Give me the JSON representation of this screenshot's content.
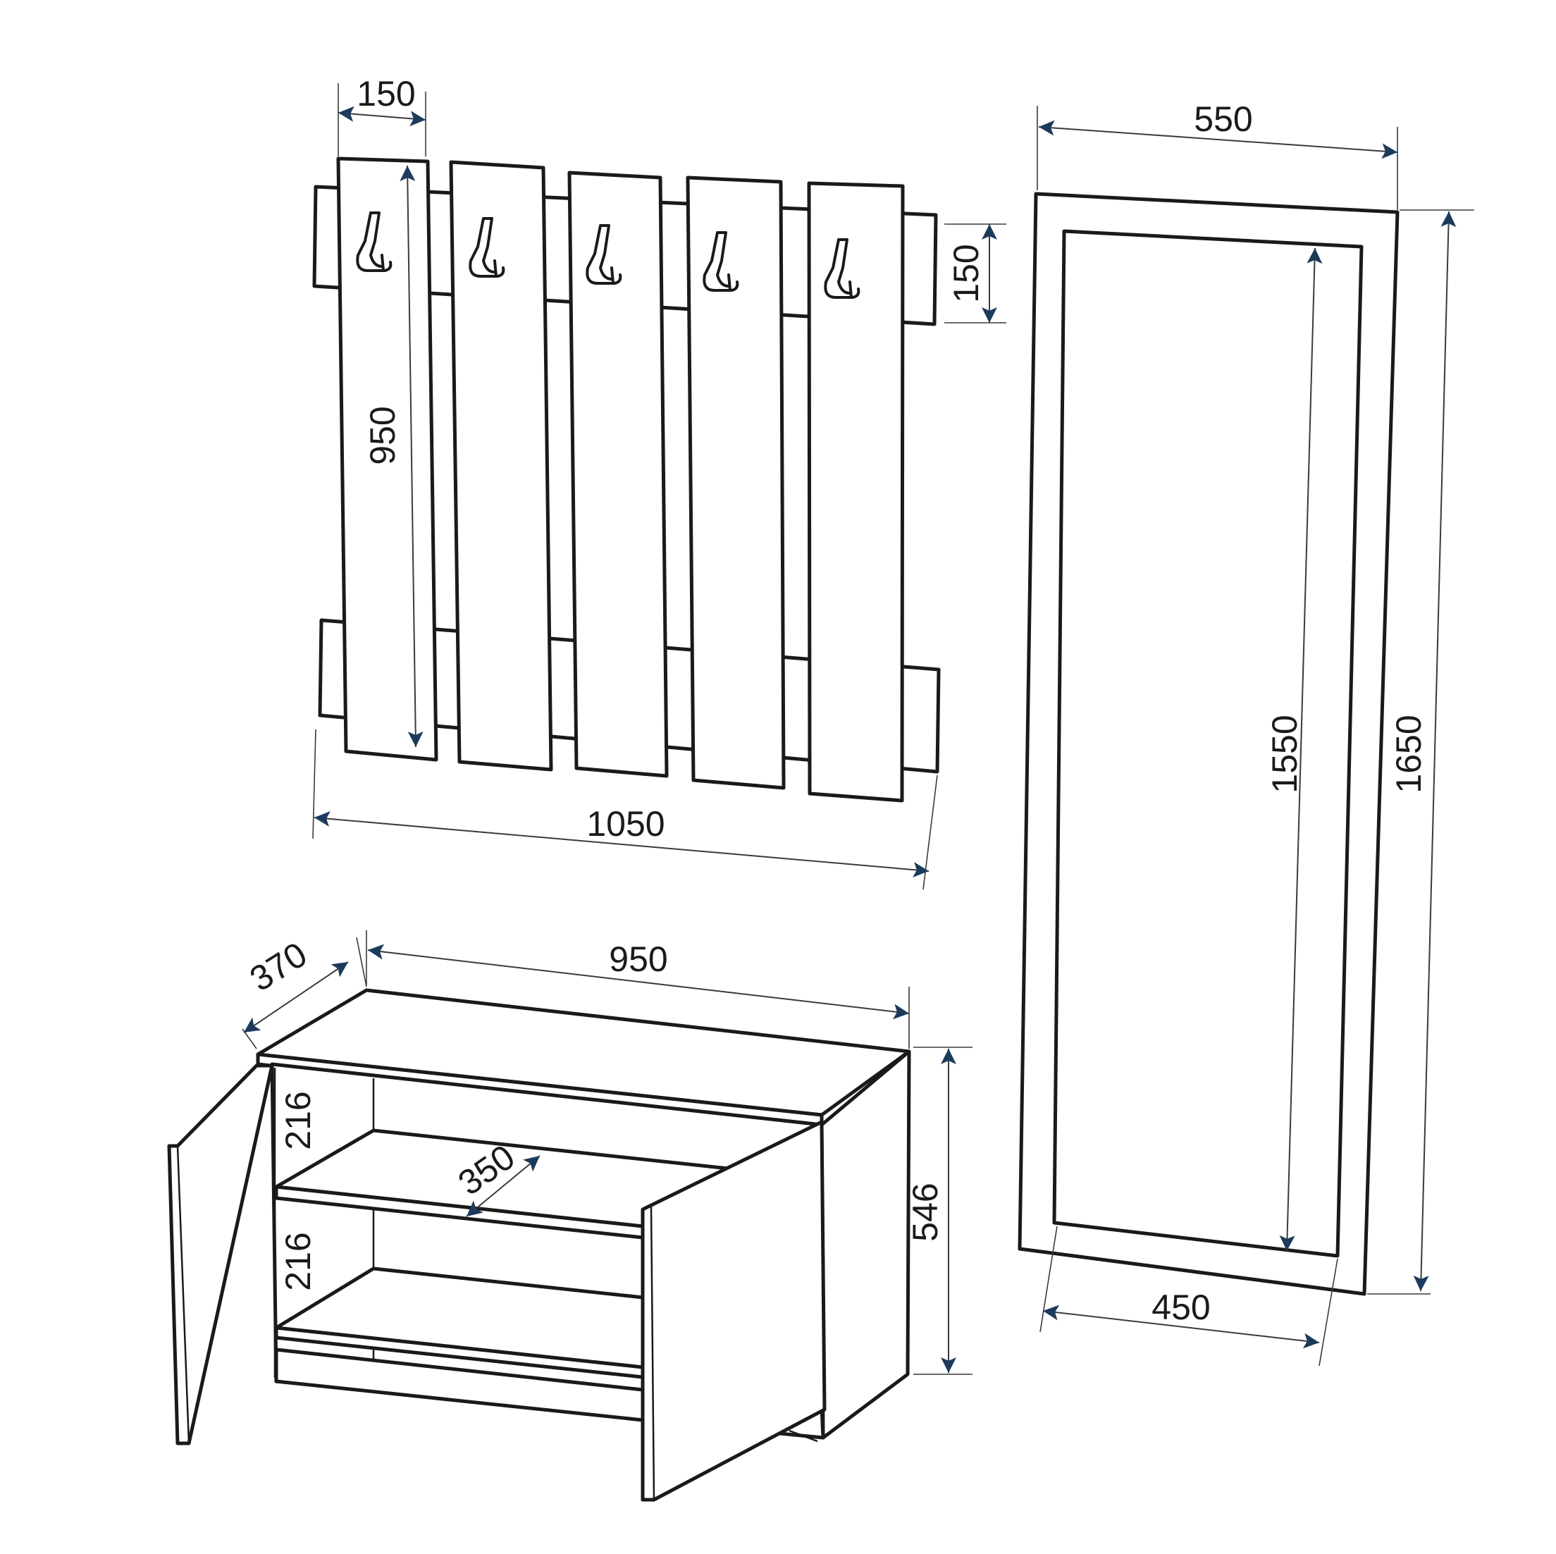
{
  "dimensions": {
    "rack_slat_width": "150",
    "rack_height": "950",
    "rack_rail_height": "150",
    "rack_total_width": "1050",
    "mirror_outer_width": "550",
    "mirror_inner_height": "1550",
    "mirror_outer_height": "1650",
    "mirror_inner_width": "450",
    "cabinet_depth": "370",
    "cabinet_width": "950",
    "cabinet_height": "546",
    "shelf_upper_gap": "216",
    "shelf_lower_gap": "216",
    "shelf_depth": "350"
  },
  "colors": {
    "line": "#1a1a1a",
    "arrow": "#1c3a5c",
    "background": "#ffffff"
  },
  "icons": [
    "coat-hook-icon"
  ]
}
